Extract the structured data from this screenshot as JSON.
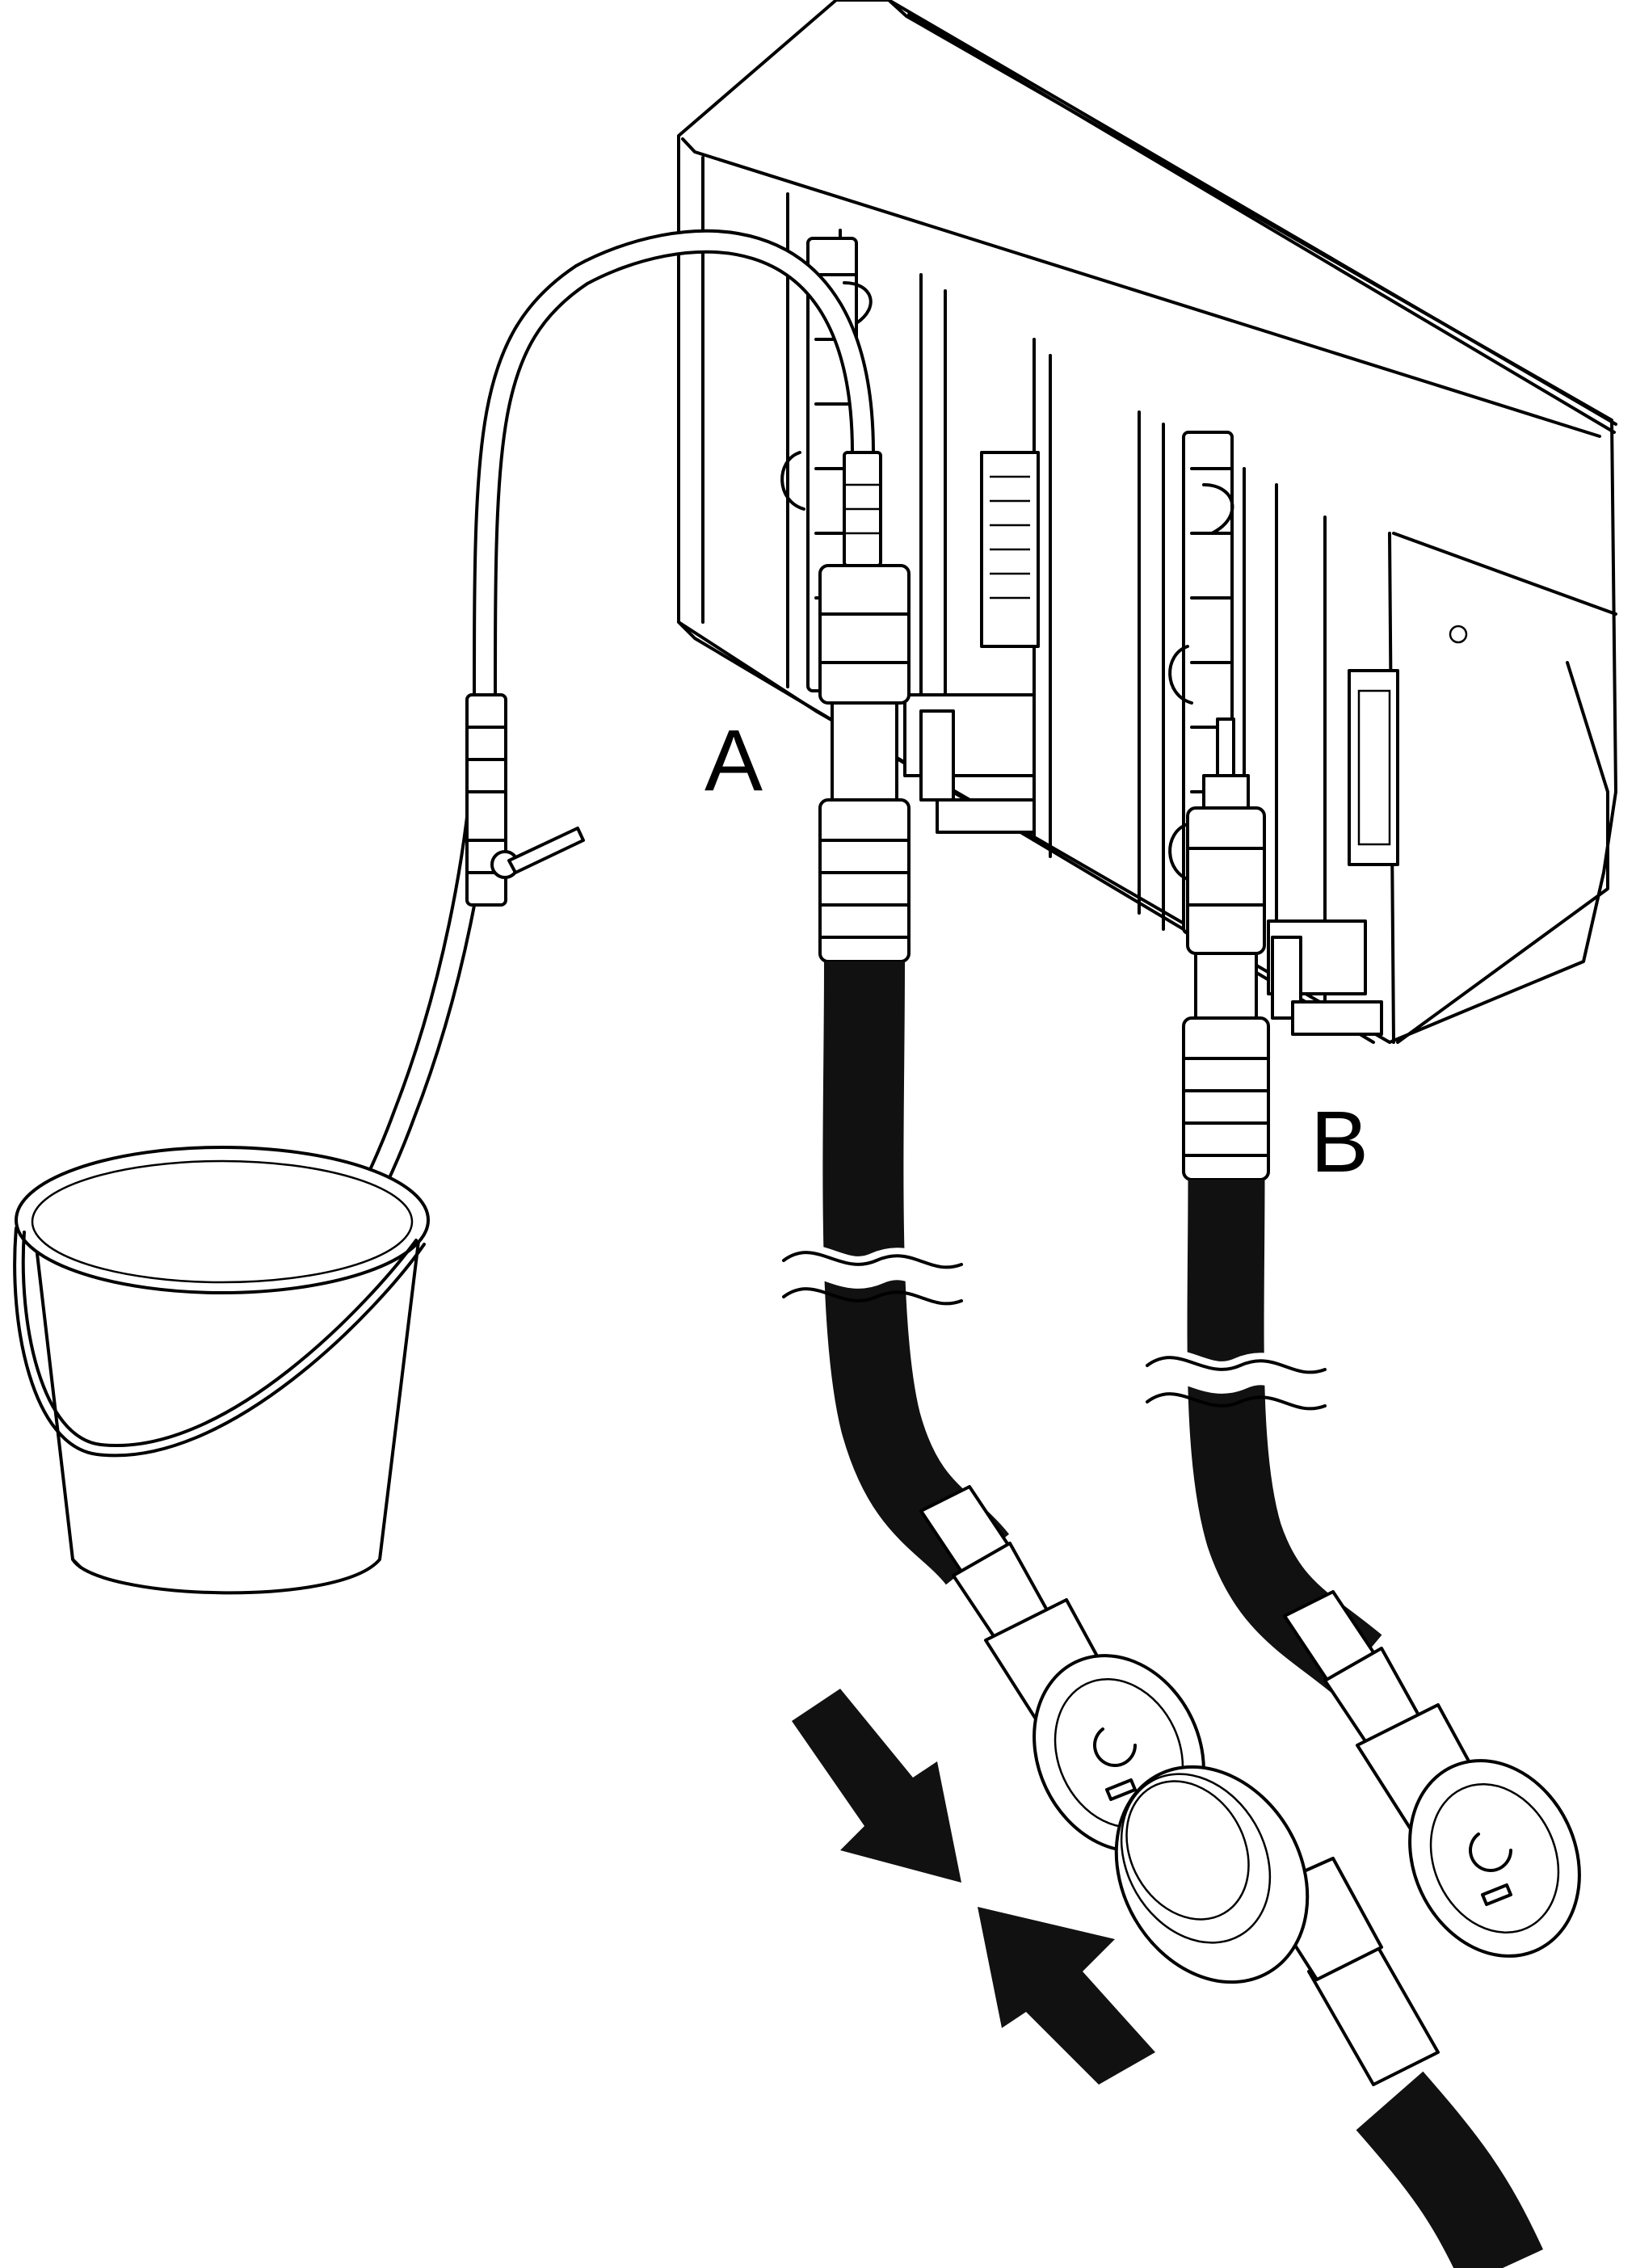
{
  "diagram": {
    "callouts": {
      "a": "A",
      "b": "B"
    },
    "colors": {
      "line": "#000000",
      "background": "#ffffff",
      "hose": "#111111"
    },
    "icons": [
      "rack-manifold",
      "bleeding-hose",
      "ball-valve",
      "bucket",
      "supply-hose",
      "return-hose",
      "quick-connect-coupling",
      "disconnect-arrow",
      "connect-arrow",
      "hose-break-symbol"
    ]
  }
}
